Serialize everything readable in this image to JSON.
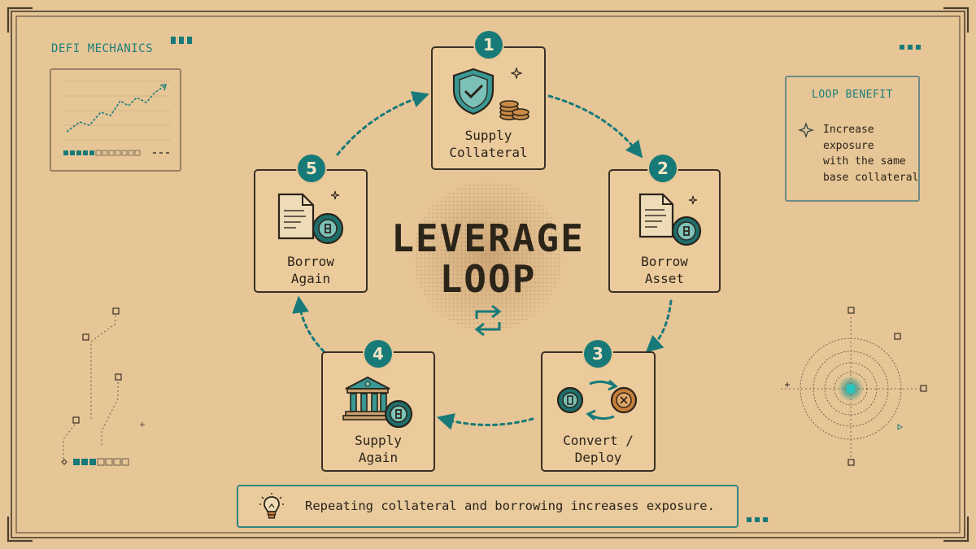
{
  "header": {
    "label": "DEFI MECHANICS"
  },
  "center": {
    "title_line1": "LEVERAGE",
    "title_line2": "LOOP"
  },
  "steps": [
    {
      "number": "1",
      "line1": "Supply",
      "line2": "Collateral"
    },
    {
      "number": "2",
      "line1": "Borrow",
      "line2": "Asset"
    },
    {
      "number": "3",
      "line1": "Convert /",
      "line2": "Deploy"
    },
    {
      "number": "4",
      "line1": "Supply",
      "line2": "Again"
    },
    {
      "number": "5",
      "line1": "Borrow",
      "line2": "Again"
    }
  ],
  "benefit": {
    "title": "LOOP BENEFIT",
    "lines": [
      "Increase",
      "exposure",
      "with the same",
      "base collateral"
    ]
  },
  "footer": {
    "note": "Repeating collateral and borrowing increases exposure."
  },
  "icons": {
    "step1": [
      "shield-icon",
      "coin-stack-icon"
    ],
    "step2": [
      "document-icon",
      "coin-icon"
    ],
    "step3": [
      "coin-icon",
      "swap-arrows-icon",
      "coin-icon"
    ],
    "step4": [
      "bank-icon",
      "coin-icon"
    ],
    "step5": [
      "document-icon",
      "coin-icon"
    ],
    "center": "loop-arrows-icon",
    "footer": "lightbulb-icon"
  },
  "colors": {
    "background": "#e6c596",
    "teal": "#177a78",
    "ink": "#2b2419",
    "coin_copper": "#c97e3c"
  }
}
